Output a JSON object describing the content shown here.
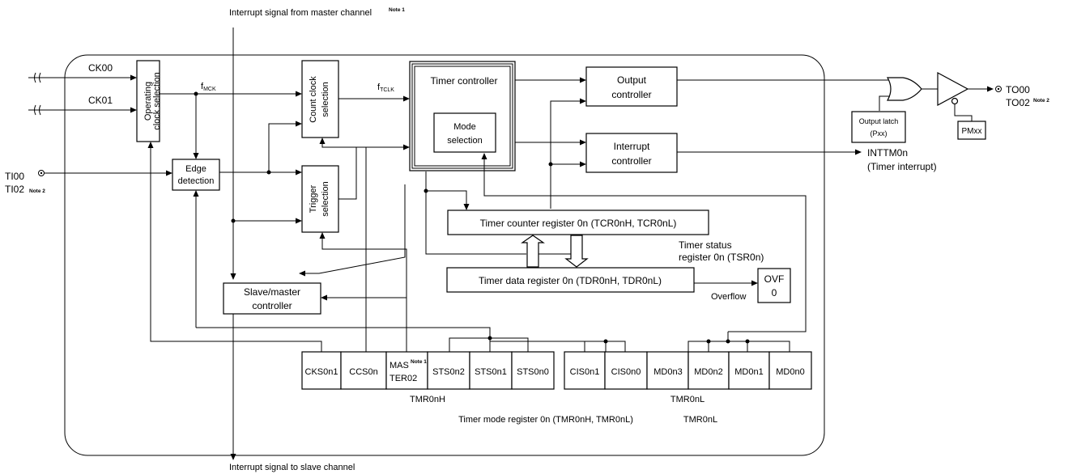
{
  "signals": {
    "interrupt_from_master": "Interrupt signal from master channel",
    "interrupt_from_master_note": "Note 1",
    "interrupt_to_slave": "Interrupt signal to slave channel",
    "ck00": "CK00",
    "ck01": "CK01",
    "fmck_f": "f",
    "fmck_sub": "MCK",
    "ftclk_f": "f",
    "ftclk_sub": "TCLK",
    "ti00": "TI00",
    "ti02": "TI02",
    "ti02_note": "Note 2",
    "to00": "TO00",
    "to02": "TO02",
    "to02_note": "Note 2",
    "inttm_line1": "INTTM0n",
    "inttm_line2": "(Timer interrupt)",
    "overflow": "Overflow"
  },
  "blocks": {
    "operating_clock_line1": "Operating",
    "operating_clock_line2": "clock selection",
    "count_clock_line1": "Count clock",
    "count_clock_line2": "selection",
    "trigger_line1": "Trigger",
    "trigger_line2": "selection",
    "edge_line1": "Edge",
    "edge_line2": "detection",
    "timer_controller": "Timer controller",
    "mode_line1": "Mode",
    "mode_line2": "selection",
    "output_controller_line1": "Output",
    "output_controller_line2": "controller",
    "interrupt_controller_line1": "Interrupt",
    "interrupt_controller_line2": "controller",
    "tcr": "Timer counter register 0n (TCR0nH, TCR0nL)",
    "tdr": "Timer data register 0n (TDR0nH, TDR0nL)",
    "tsr_line1": "Timer status",
    "tsr_line2": "register 0n (TSR0n)",
    "ovf_line1": "OVF",
    "ovf_line2": "0",
    "slave_master_line1": "Slave/master",
    "slave_master_line2": "controller",
    "output_latch_line1": "Output latch",
    "output_latch_line2": "(Pxx)",
    "pmxx": "PMxx"
  },
  "register": {
    "tmr0nh_bits": [
      "CKS0n1",
      "CCS0n",
      "",
      "STS0n2",
      "STS0n1",
      "STS0n0"
    ],
    "mas_line1": "MAS",
    "mas_note": "Note 1",
    "mas_line2": "TER02",
    "tmr0nl_bits": [
      "CIS0n1",
      "CIS0n0",
      "MD0n3",
      "MD0n2",
      "MD0n1",
      "MD0n0"
    ],
    "tmr0nh_label": "TMR0nH",
    "tmr0nl_label": "TMR0nL",
    "tmr_caption": "Timer mode register 0n (TMR0nH, TMR0nL)",
    "tmr_caption_2": "TMR0nL"
  }
}
